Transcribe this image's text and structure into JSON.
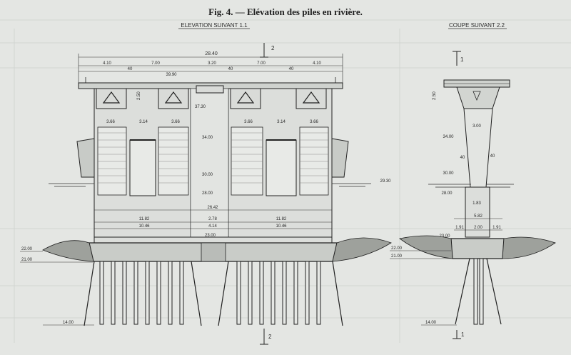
{
  "title": "Fig. 4. — Elévation des piles en rivière.",
  "views": {
    "elevation": "ELEVATION SUIVANT 1.1",
    "section": "COUPE SUIVANT 2.2"
  },
  "section_marks": {
    "one": "1",
    "two": "2"
  },
  "elevation_dims": {
    "total_width": "28.40",
    "deck_width": "39.90",
    "span_a": "4.10",
    "gap_a": "40",
    "span_b": "7.00",
    "span_mid": "3.20",
    "gap_b": "40",
    "span_c": "7.00",
    "gap_c": "40",
    "span_d": "4.10",
    "beam_depth": "2.50",
    "cell_a": "3.66",
    "cell_b": "3.14",
    "cell_c": "3.66",
    "cell_d": "3.66",
    "cell_e": "3.14",
    "cell_f": "3.66",
    "width_base": "26.42",
    "footing_a": "11.82",
    "footing_mid": "2.78",
    "footing_b": "11.82",
    "inner_a": "10.46",
    "inner_mid": "4.14",
    "inner_b": "10.46"
  },
  "levels": {
    "l3730": "37.30",
    "l3400": "34.00",
    "l3000": "30.00",
    "l2930": "29.30",
    "l2800": "28.00",
    "l2300": "23.00",
    "l2200": "22.00",
    "l2100": "21.00",
    "l1400": "14.00"
  },
  "section_dims": {
    "beam_depth": "2.50",
    "width_top": "3.00",
    "l3400": "34.00",
    "taper_left": "40",
    "taper_right": "40",
    "l3000": "30.00",
    "l2800": "28.00",
    "height_lower": "1.83",
    "width_base": "5.82",
    "base_left": "1.91",
    "base_mid": "2.00",
    "base_right": "1.91",
    "l2300": "23.00",
    "l2200": "22.00",
    "l2100": "21.00",
    "l1400": "14.00"
  }
}
